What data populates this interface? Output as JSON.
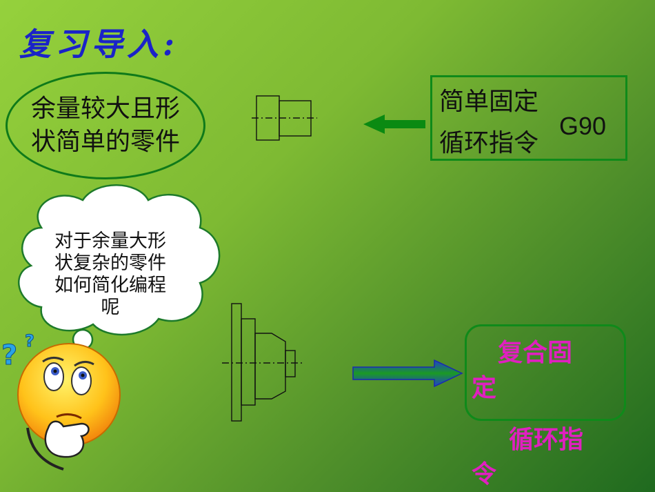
{
  "slide": {
    "title": "复习导入:",
    "ellipse_line1": "余量较大且形",
    "ellipse_line2": "状简单的零件",
    "box1_line1": "简单固定",
    "box1_line2": "循环指令",
    "box1_code": "G90",
    "cloud_line1": "对于余量大形",
    "cloud_line2": "状复杂的零件",
    "cloud_line3": "如何简化编程",
    "cloud_line4": "呢",
    "box2_line1": "复合固",
    "box2_line2": "定",
    "box2_line3": "循环指",
    "box2_line4": "令",
    "icon_smiley": "thinking-face-icon"
  }
}
